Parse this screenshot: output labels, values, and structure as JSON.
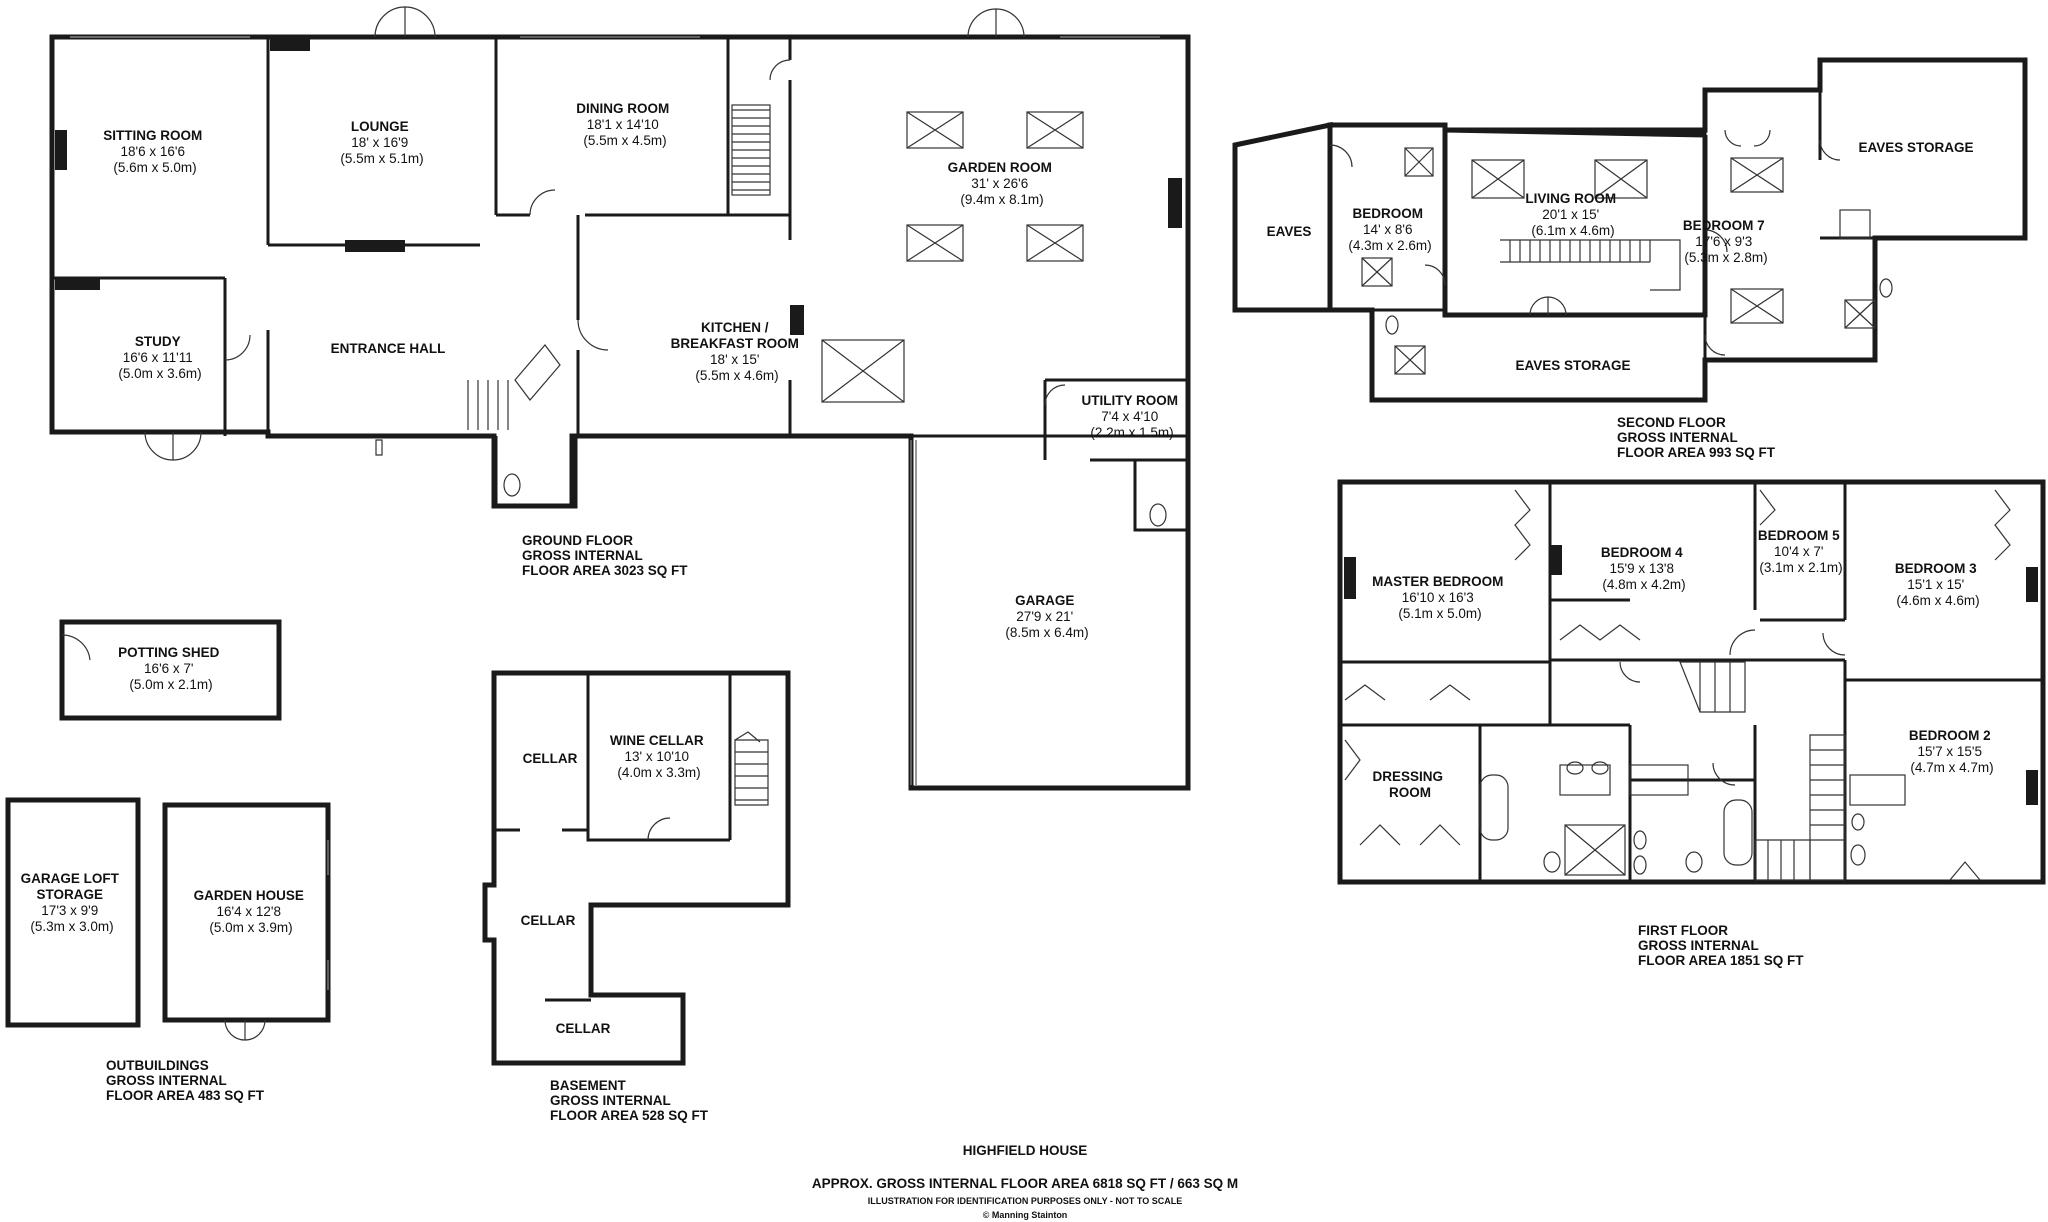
{
  "property_name": "HIGHFIELD HOUSE",
  "footer": {
    "total_area": "APPROX. GROSS INTERNAL FLOOR AREA 6818 SQ FT / 663 SQ M",
    "disclaimer": "ILLUSTRATION FOR IDENTIFICATION PURPOSES ONLY - NOT TO SCALE",
    "copyright": "© Manning Stainton"
  },
  "floors": {
    "ground": {
      "caption": [
        "GROUND FLOOR",
        "GROSS INTERNAL",
        "FLOOR AREA 3023 SQ FT"
      ],
      "rooms": {
        "sitting_room": [
          "SITTING ROOM",
          "18'6 x 16'6",
          "(5.6m x 5.0m)"
        ],
        "lounge": [
          "LOUNGE",
          "18' x 16'9",
          "(5.5m x 5.1m)"
        ],
        "dining_room": [
          "DINING ROOM",
          "18'1 x 14'10",
          "(5.5m x 4.5m)"
        ],
        "garden_room": [
          "GARDEN ROOM",
          "31' x 26'6",
          "(9.4m x 8.1m)"
        ],
        "study": [
          "STUDY",
          "16'6 x 11'11",
          "(5.0m x 3.6m)"
        ],
        "entrance_hall": [
          "ENTRANCE HALL"
        ],
        "kitchen": [
          "KITCHEN /",
          "BREAKFAST ROOM",
          "18' x 15'",
          "(5.5m x 4.6m)"
        ],
        "utility_room": [
          "UTILITY ROOM",
          "7'4 x 4'10",
          "(2.2m x 1.5m)"
        ],
        "garage": [
          "GARAGE",
          "27'9 x 21'",
          "(8.5m x 6.4m)"
        ]
      }
    },
    "second": {
      "caption": [
        "SECOND FLOOR",
        "GROSS INTERNAL",
        "FLOOR AREA 993 SQ FT"
      ],
      "rooms": {
        "eaves": [
          "EAVES"
        ],
        "bedroom": [
          "BEDROOM",
          "14' x 8'6",
          "(4.3m x 2.6m)"
        ],
        "living_room": [
          "LIVING ROOM",
          "20'1 x 15'",
          "(6.1m x 4.6m)"
        ],
        "bedroom_7": [
          "BEDROOM 7",
          "17'6 x 9'3",
          "(5.3m x 2.8m)"
        ],
        "eaves_storage_top": [
          "EAVES STORAGE"
        ],
        "eaves_storage_bottom": [
          "EAVES STORAGE"
        ]
      }
    },
    "first": {
      "caption": [
        "FIRST FLOOR",
        "GROSS INTERNAL",
        "FLOOR AREA 1851 SQ FT"
      ],
      "rooms": {
        "master_bedroom": [
          "MASTER BEDROOM",
          "16'10 x 16'3",
          "(5.1m x 5.0m)"
        ],
        "bedroom_4": [
          "BEDROOM 4",
          "15'9 x 13'8",
          "(4.8m x 4.2m)"
        ],
        "bedroom_5": [
          "BEDROOM 5",
          "10'4 x 7'",
          "(3.1m x 2.1m)"
        ],
        "bedroom_3": [
          "BEDROOM 3",
          "15'1 x 15'",
          "(4.6m x 4.6m)"
        ],
        "bedroom_2": [
          "BEDROOM 2",
          "15'7 x 15'5",
          "(4.7m x 4.7m)"
        ],
        "dressing_room": [
          "DRESSING",
          "ROOM"
        ]
      }
    },
    "basement": {
      "caption": [
        "BASEMENT",
        "GROSS INTERNAL",
        "FLOOR AREA 528 SQ FT"
      ],
      "rooms": {
        "cellar_1": [
          "CELLAR"
        ],
        "wine_cellar": [
          "WINE CELLAR",
          "13' x 10'10",
          "(4.0m x 3.3m)"
        ],
        "cellar_2": [
          "CELLAR"
        ],
        "cellar_3": [
          "CELLAR"
        ]
      }
    },
    "outbuildings": {
      "caption": [
        "OUTBUILDINGS",
        "GROSS INTERNAL",
        "FLOOR AREA 483 SQ FT"
      ],
      "rooms": {
        "potting_shed": [
          "POTTING SHED",
          "16'6 x 7'",
          "(5.0m x 2.1m)"
        ],
        "garage_loft": [
          "GARAGE LOFT",
          "STORAGE",
          "17'3 x 9'9",
          "(5.3m x 3.0m)"
        ],
        "garden_house": [
          "GARDEN HOUSE",
          "16'4 x 12'8",
          "(5.0m x 3.9m)"
        ]
      }
    }
  }
}
